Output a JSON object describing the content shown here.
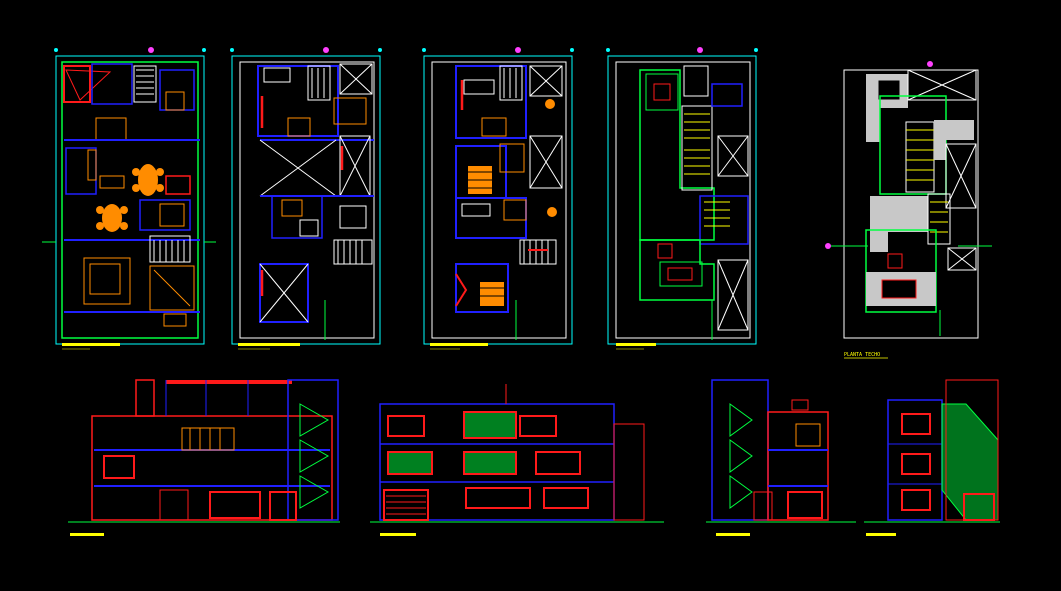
{
  "drawing": {
    "type": "architectural-cad-sheet",
    "background": "#000000",
    "colors": {
      "wall": "#2020ff",
      "accent_wall": "#ff1a1a",
      "grid": "#00ffff",
      "outline": "#00ff40",
      "furniture": "#ff8c00",
      "text": "#ffff00",
      "hatch_grey": "#c8c8c8",
      "white": "#ffffff",
      "magenta": "#ff40ff"
    },
    "plans_label": "PLANTA TECHO",
    "plan_count": 5,
    "elevation_count": 4
  }
}
